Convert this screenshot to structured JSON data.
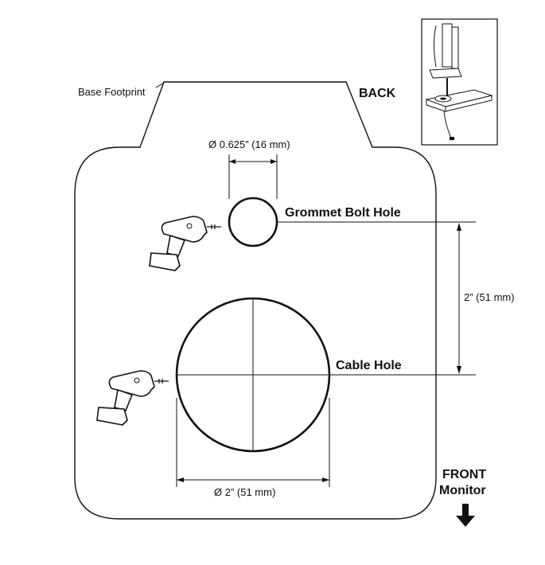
{
  "labels": {
    "base_footprint": "Base Footprint",
    "back": "BACK",
    "grommet_diameter": "Ø 0.625” (16 mm)",
    "grommet_bolt_hole": "Grommet Bolt Hole",
    "spacing": "2” (51 mm)",
    "cable_hole": "Cable Hole",
    "cable_diameter": "Ø 2” (51 mm)",
    "front": "FRONT",
    "monitor": "Monitor"
  },
  "icons": {
    "drill_top": "cordless-drill-icon",
    "drill_bottom": "cordless-drill-icon",
    "front_arrow": "arrow-down-icon",
    "inset": "desk-mount-inset-illustration"
  },
  "colors": {
    "ink": "#111111",
    "background": "#ffffff"
  }
}
